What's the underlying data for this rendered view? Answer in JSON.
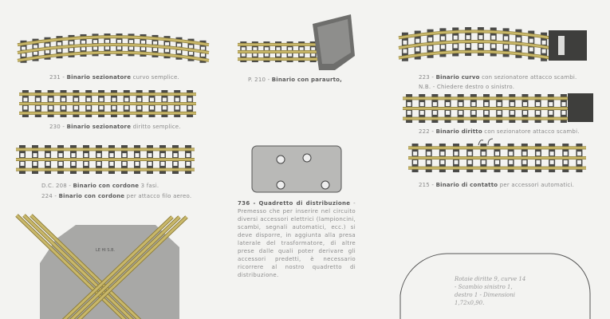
{
  "items": {
    "t231": {
      "code": "231 -",
      "bold": "Binario sezionatore",
      "rest": " curvo semplice."
    },
    "t230": {
      "code": "230 -",
      "bold": "Binario sezionatore",
      "rest": " diritto semplice."
    },
    "t208": {
      "code": "D.C. 208 -",
      "bold": "Binario con cordone",
      "rest": " 3 fasi."
    },
    "t224": {
      "code": "224 -",
      "bold": "Binario con cordone",
      "rest": " per attacco filo aereo."
    },
    "t210": {
      "code": "P. 210 -",
      "bold": "Binario con paraurto,",
      "rest": ""
    },
    "t736": {
      "code": "736 -",
      "bold": "Quadretto di distribuzione",
      "rest": " - Premesso che per inserire nel circuito diversi accessori elettrici (lampioncini, scambi, segnali automatici, ecc.) si deve disporre, in aggiunta alla presa laterale del trasformatore, di altre prese dalle quali poter derivare gli accessori predetti, è necessario ricorrere al nostro quadretto di distribuzione."
    },
    "t223": {
      "code": "223 -",
      "bold": "Binario curvo",
      "rest": " con sezionatore attacco scambi."
    },
    "t223nb": {
      "text": "N.B. - Chiedere destro o sinistro."
    },
    "t222": {
      "code": "222 -",
      "bold": "Binario diritto",
      "rest": " con sezionatore attacco scambi."
    },
    "t215": {
      "code": "215 -",
      "bold": "Binario di contatto",
      "rest": " per accessori automatici."
    }
  },
  "layout_note": {
    "text": "Rotaie diritte 9, curve 14 - Scambio sinistro 1, destro 1 - Dimensioni 1,72x0,90."
  },
  "crossing_plate_label": "LE HI S.B.",
  "colors": {
    "rail": "#c9b86a",
    "rail_dark": "#8d7d3a",
    "tie": "#4a4a48",
    "paper": "#f3f3f1",
    "box": "#9a9a98"
  }
}
